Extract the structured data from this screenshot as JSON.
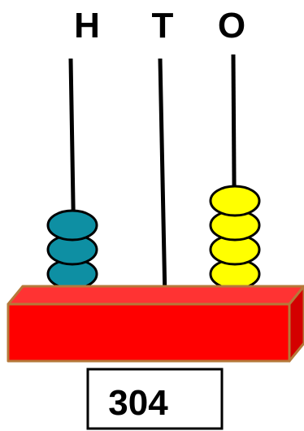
{
  "columns": [
    {
      "label": "H",
      "bead_count": 3,
      "bead_color": "#0e8fa3"
    },
    {
      "label": "T",
      "bead_count": 0,
      "bead_color": "#0e8fa3"
    },
    {
      "label": "O",
      "bead_count": 4,
      "bead_color": "#ffff00"
    }
  ],
  "value": "304",
  "colors": {
    "base_red": "#ff0000",
    "base_top": "#ff3333",
    "base_side": "#d40000",
    "base_outline": "#b5793a",
    "rod": "#000000"
  }
}
